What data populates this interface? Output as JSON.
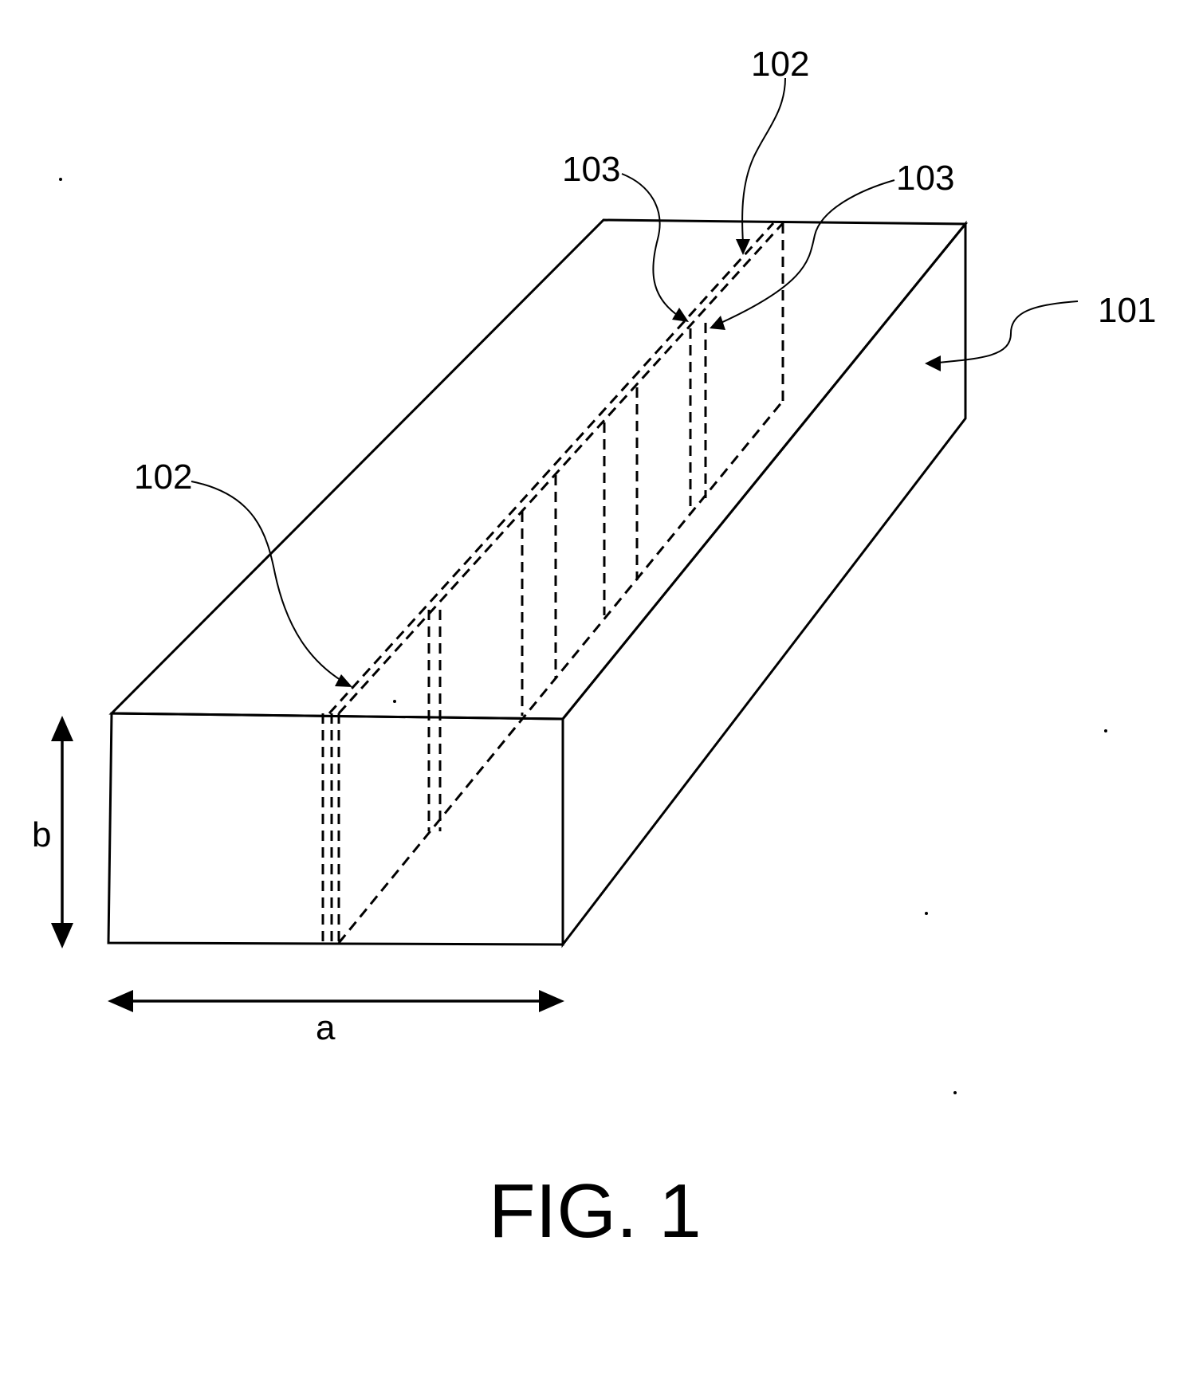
{
  "figure": {
    "caption": "FIG. 1",
    "reference_labels": {
      "block": "101",
      "slot_front": "102",
      "slot_rear": "102",
      "wall_left": "103",
      "wall_right": "103"
    },
    "dimensions": {
      "width": "a",
      "height": "b"
    }
  }
}
